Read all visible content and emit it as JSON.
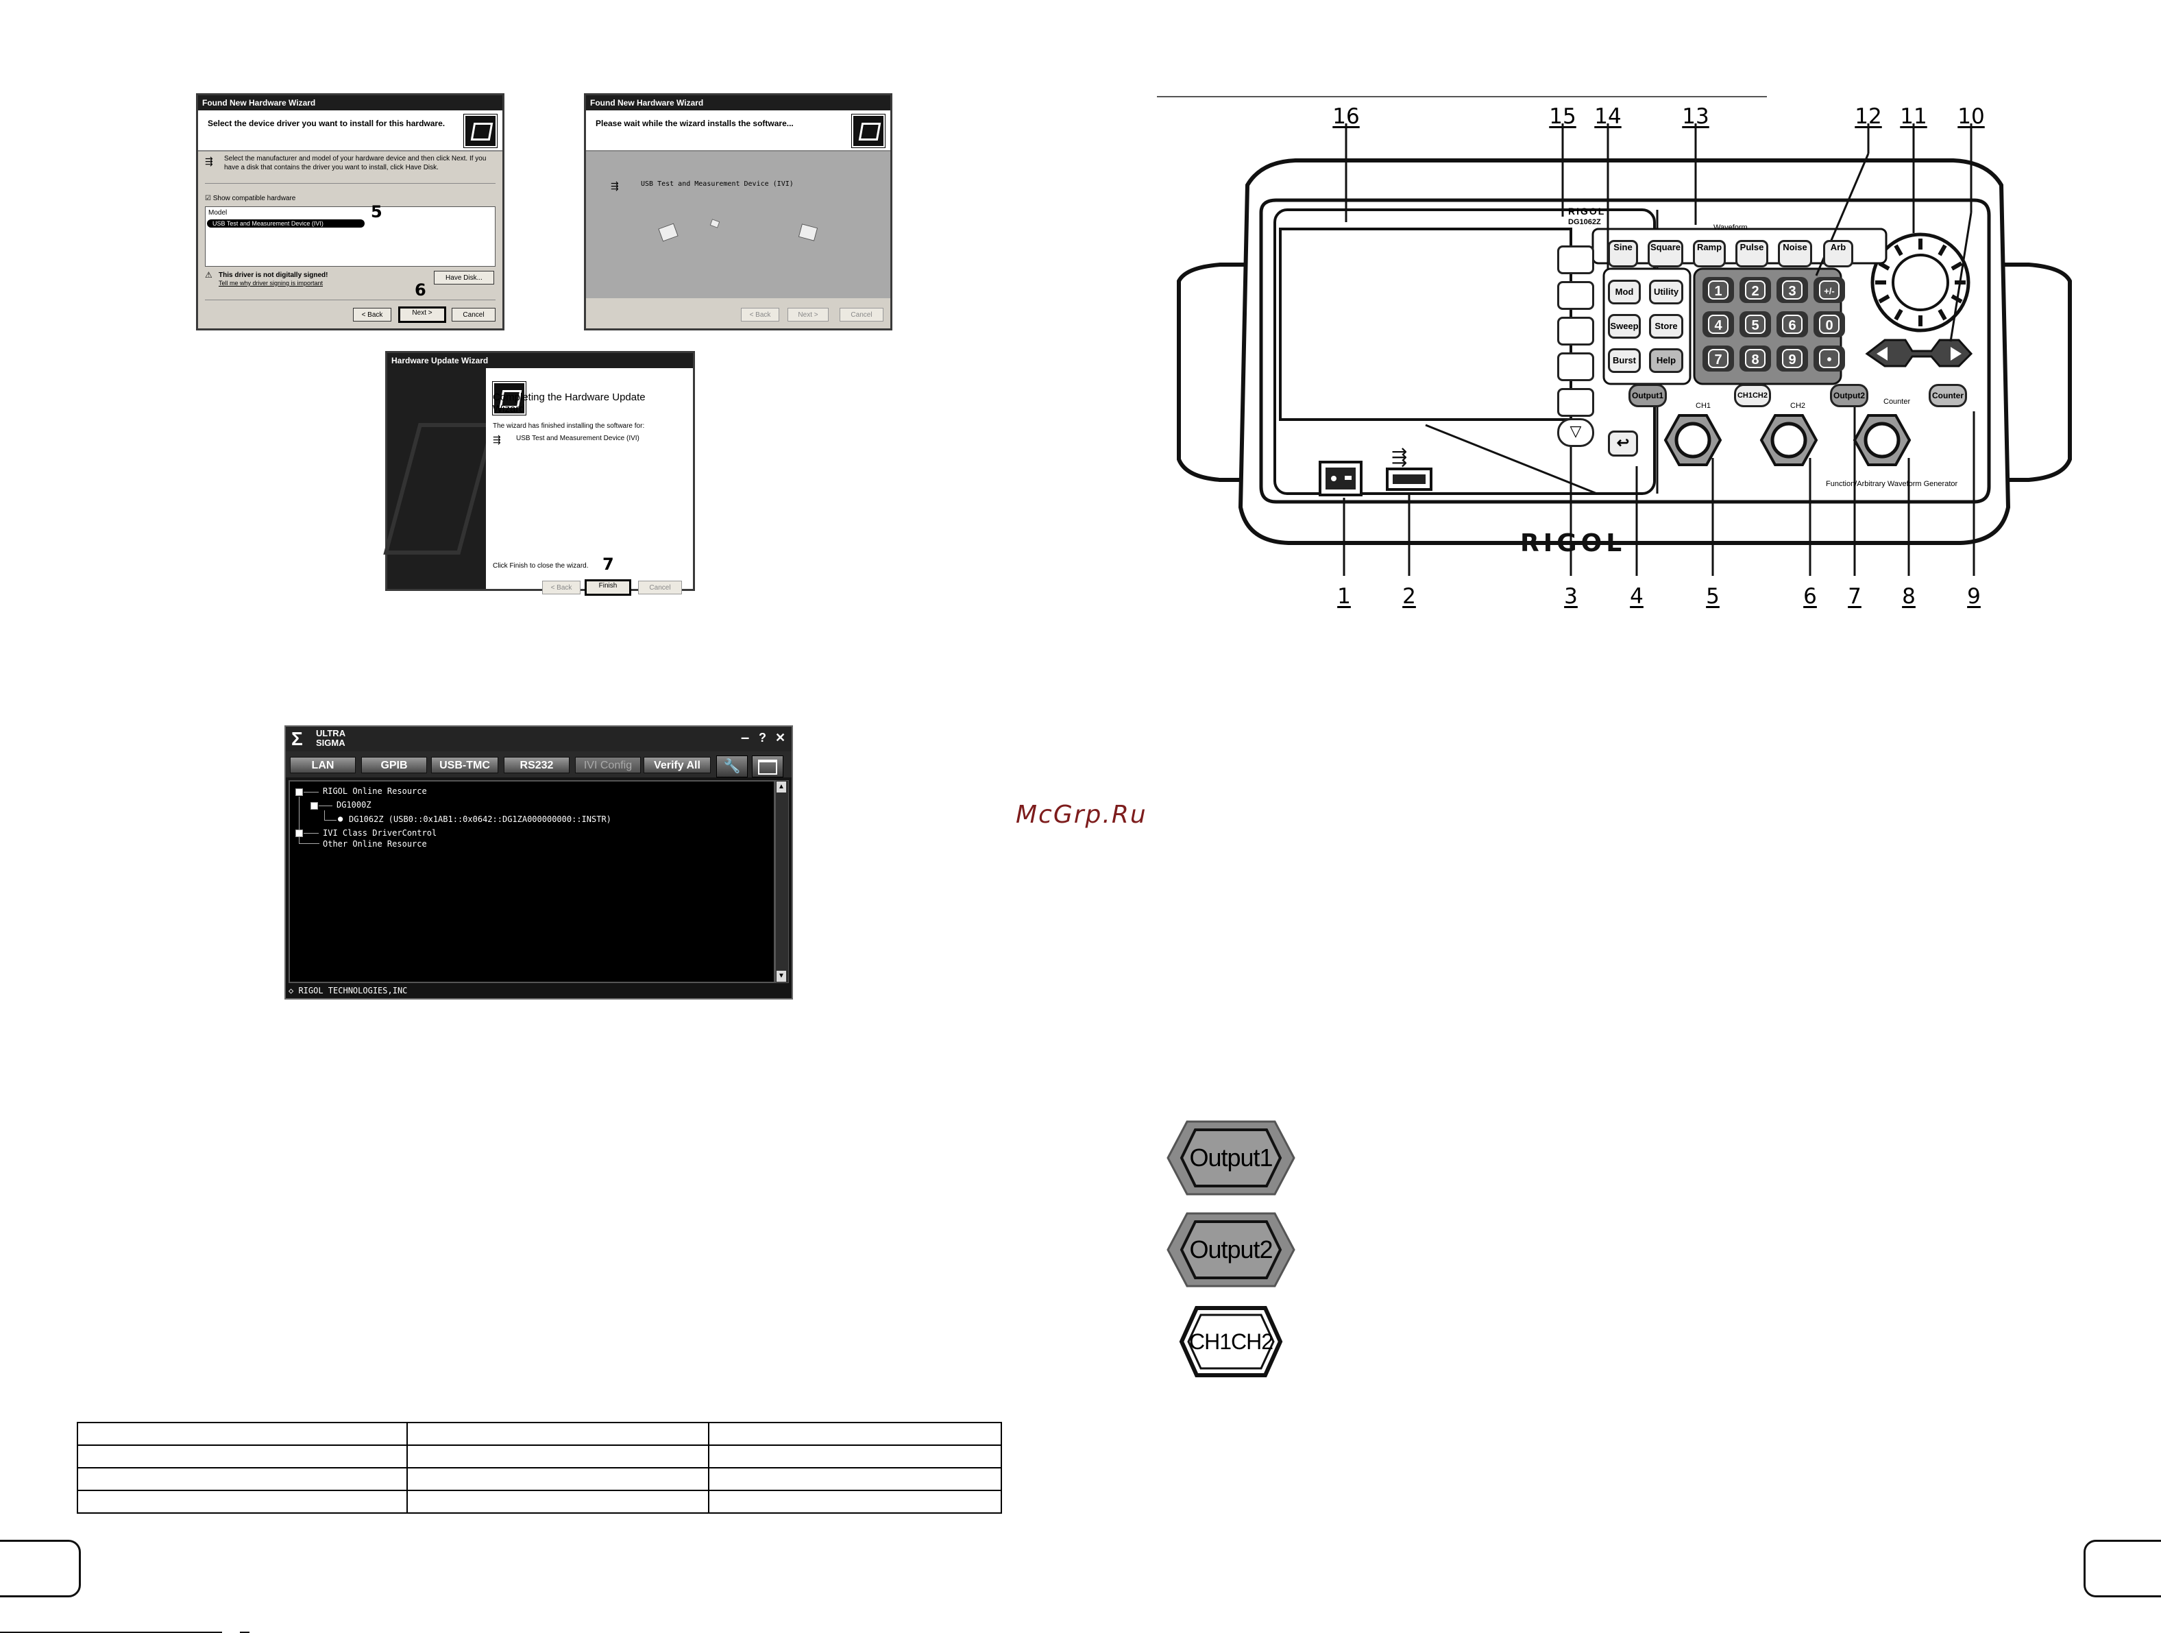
{
  "wizard1": {
    "title": "Found New Hardware Wizard",
    "heading": "Select the device driver you want to install for this hardware.",
    "instructions": "Select the manufacturer and model of your hardware device and then click Next. If you have a disk that contains the driver you want to install, click Have Disk.",
    "show_compatible": "Show compatible hardware",
    "model_header": "Model",
    "model_item": "USB Test and Measurement Device (IVI)",
    "warning": "This driver is not digitally signed!",
    "warning_link": "Tell me why driver signing is important",
    "have_disk": "Have Disk...",
    "back": "< Back",
    "next": "Next >",
    "cancel": "Cancel",
    "callout_5": "5",
    "callout_6": "6"
  },
  "wizard2": {
    "title": "Found New Hardware Wizard",
    "heading": "Please wait while the wizard installs the software...",
    "device": "USB Test and Measurement Device (IVI)",
    "back": "< Back",
    "next": "Next >",
    "cancel": "Cancel"
  },
  "wizard3": {
    "title": "Hardware Update Wizard",
    "heading": "Completing the Hardware Update Wizard",
    "finished_text": "The wizard has finished installing the software for:",
    "device": "USB Test and Measurement Device (IVI)",
    "close_text": "Click Finish to close the wizard.",
    "back": "< Back",
    "finish": "Finish",
    "cancel": "Cancel",
    "callout_7": "7"
  },
  "ultra_sigma": {
    "logo": "Σ",
    "name_line1": "ULTRA",
    "name_line2": "SIGMA",
    "minimize": "–",
    "help": "?",
    "close": "✕",
    "tabs": [
      "LAN",
      "GPIB",
      "USB-TMC",
      "RS232",
      "IVI Config",
      "Verify All"
    ],
    "tool_icon": "wrench-icon",
    "window_icon": "window-icon",
    "tree": {
      "root": "RIGOL Online Resource",
      "model": "DG1000Z",
      "device": "DG1062Z (USB0::0x1AB1::0x0642::DG1ZA000000000::INSTR)",
      "ivi": "IVI Class DriverControl",
      "other": "Other Online Resource"
    },
    "status": "◇ RIGOL TECHNOLOGIES,INC"
  },
  "front_panel": {
    "top_labels": [
      "16",
      "15",
      "14",
      "13",
      "12",
      "11",
      "10"
    ],
    "bottom_labels": [
      "1",
      "2",
      "3",
      "4",
      "5",
      "6",
      "7",
      "8",
      "9"
    ],
    "brand": "RIGOL",
    "model": "DG1062Z",
    "waveform_label": "Waveform",
    "waveform_keys": [
      "Sine",
      "Square",
      "Ramp",
      "Pulse",
      "Noise",
      "Arb"
    ],
    "function_keys": [
      "Mod",
      "Utility",
      "Sweep",
      "Store",
      "Burst",
      "Help"
    ],
    "numpad": [
      "1",
      "2",
      "3",
      "+/-",
      "4",
      "5",
      "6",
      "0",
      "7",
      "8",
      "9",
      "•"
    ],
    "output1": "Output1",
    "ch1ch2": "CH1CH2",
    "output2": "Output2",
    "counter": "Counter",
    "counter_label": "Counter",
    "ch1_label": "CH1",
    "ch2_label": "CH2",
    "footer_text": "Function/Arbitrary Waveform Generator"
  },
  "watermark": "McGrp.Ru",
  "big_keys": {
    "output1": "Output1",
    "output2": "Output2",
    "ch1ch2": "CH1CH2"
  },
  "colors": {
    "watermark": "#7d1c1c",
    "key_gray": "#9a9a9a",
    "panel_dark": "#1a1a1a"
  }
}
